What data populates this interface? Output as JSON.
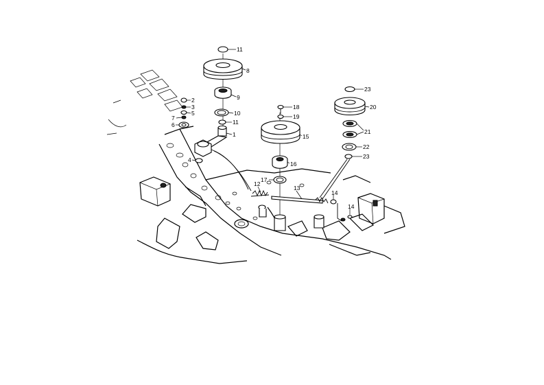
{
  "callouts": [
    {
      "id": "c1",
      "text": "11"
    },
    {
      "id": "c2",
      "text": "8"
    },
    {
      "id": "c3",
      "text": "9"
    },
    {
      "id": "c4",
      "text": "10"
    },
    {
      "id": "c5",
      "text": "11"
    },
    {
      "id": "c6",
      "text": "1"
    },
    {
      "id": "c7",
      "text": "2"
    },
    {
      "id": "c8",
      "text": "3"
    },
    {
      "id": "c9",
      "text": "5"
    },
    {
      "id": "c10",
      "text": "7"
    },
    {
      "id": "c11",
      "text": "6"
    },
    {
      "id": "c12",
      "text": "4"
    },
    {
      "id": "c13",
      "text": "18"
    },
    {
      "id": "c14",
      "text": "19"
    },
    {
      "id": "c15",
      "text": "15"
    },
    {
      "id": "c16",
      "text": "16"
    },
    {
      "id": "c17",
      "text": "17"
    },
    {
      "id": "c18",
      "text": "12"
    },
    {
      "id": "c19",
      "text": "13"
    },
    {
      "id": "c20",
      "text": "14"
    },
    {
      "id": "c21",
      "text": "14"
    },
    {
      "id": "c22",
      "text": "23"
    },
    {
      "id": "c23",
      "text": "20"
    },
    {
      "id": "c24",
      "text": "21"
    },
    {
      "id": "c25",
      "text": "22"
    },
    {
      "id": "c26",
      "text": "23"
    }
  ],
  "colors": {
    "ink": "#000000",
    "paper": "#ffffff"
  }
}
